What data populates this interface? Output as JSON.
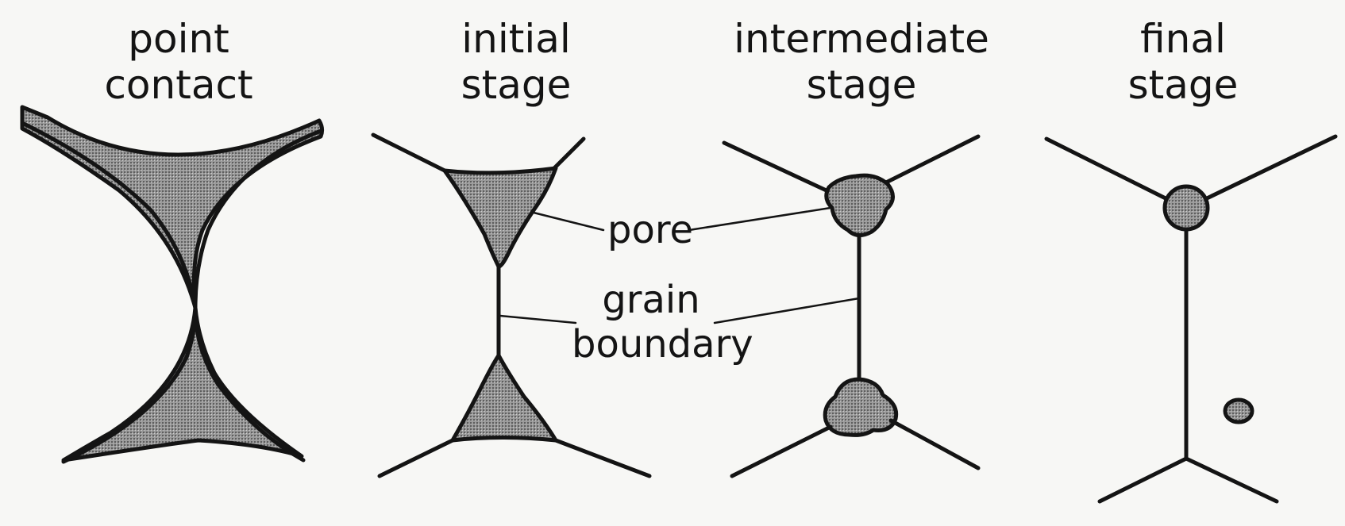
{
  "stages": [
    {
      "line1": "point",
      "line2": "contact"
    },
    {
      "line1": "initial",
      "line2": "stage"
    },
    {
      "line1": "intermediate",
      "line2": "stage"
    },
    {
      "line1": "final",
      "line2": "stage"
    }
  ],
  "callouts": {
    "pore": "pore",
    "grain_line1": "grain",
    "grain_line2": "boundary"
  },
  "colors": {
    "ink": "#141414",
    "background": "#f7f7f5",
    "pore_fill": "#8e8e8e"
  }
}
